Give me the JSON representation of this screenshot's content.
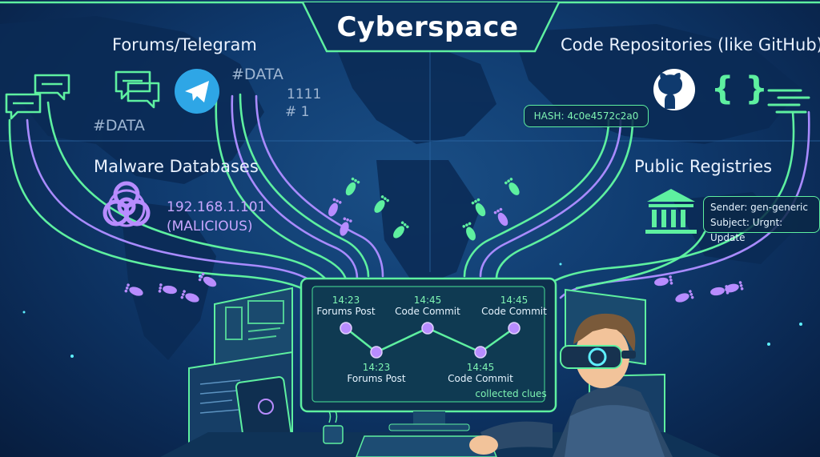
{
  "title": "Cyberspace",
  "sources": {
    "forums": {
      "label": "Forums/Telegram",
      "tag1": "#DATA",
      "tag2": "#DATA",
      "tag3": "1111",
      "tag4": "# 1"
    },
    "code": {
      "label": "Code Repositories (like GitHub)",
      "hash": "HASH: 4c0e4572c2a0",
      "braces": "{ }"
    },
    "malware": {
      "label": "Malware Databases",
      "ip": "192.168.1.101",
      "status": "(MALICIOUS)"
    },
    "registries": {
      "label": "Public Registries",
      "sender": "Sender: gen-generic",
      "subject": "Subject: Urgnt: Update"
    }
  },
  "timeline": {
    "events": [
      {
        "time": "14:23",
        "label": "Forums Post"
      },
      {
        "time": "14:45",
        "label": "Code Commit"
      },
      {
        "time": "14:45",
        "label": "Code Commit"
      },
      {
        "time": "14:23",
        "label": "Forums Post"
      },
      {
        "time": "14:45",
        "label": "Code Commit"
      }
    ],
    "caption": "collected clues"
  },
  "colors": {
    "green": "#5ef0a0",
    "purple": "#a98bff",
    "bg": "#0f3a6e"
  },
  "icons": [
    "chat-bubbles-icon",
    "telegram-icon",
    "github-icon",
    "code-braces-icon",
    "code-lines-icon",
    "biohazard-icon",
    "bank-building-icon",
    "footprints-icon",
    "vr-headset-icon"
  ]
}
